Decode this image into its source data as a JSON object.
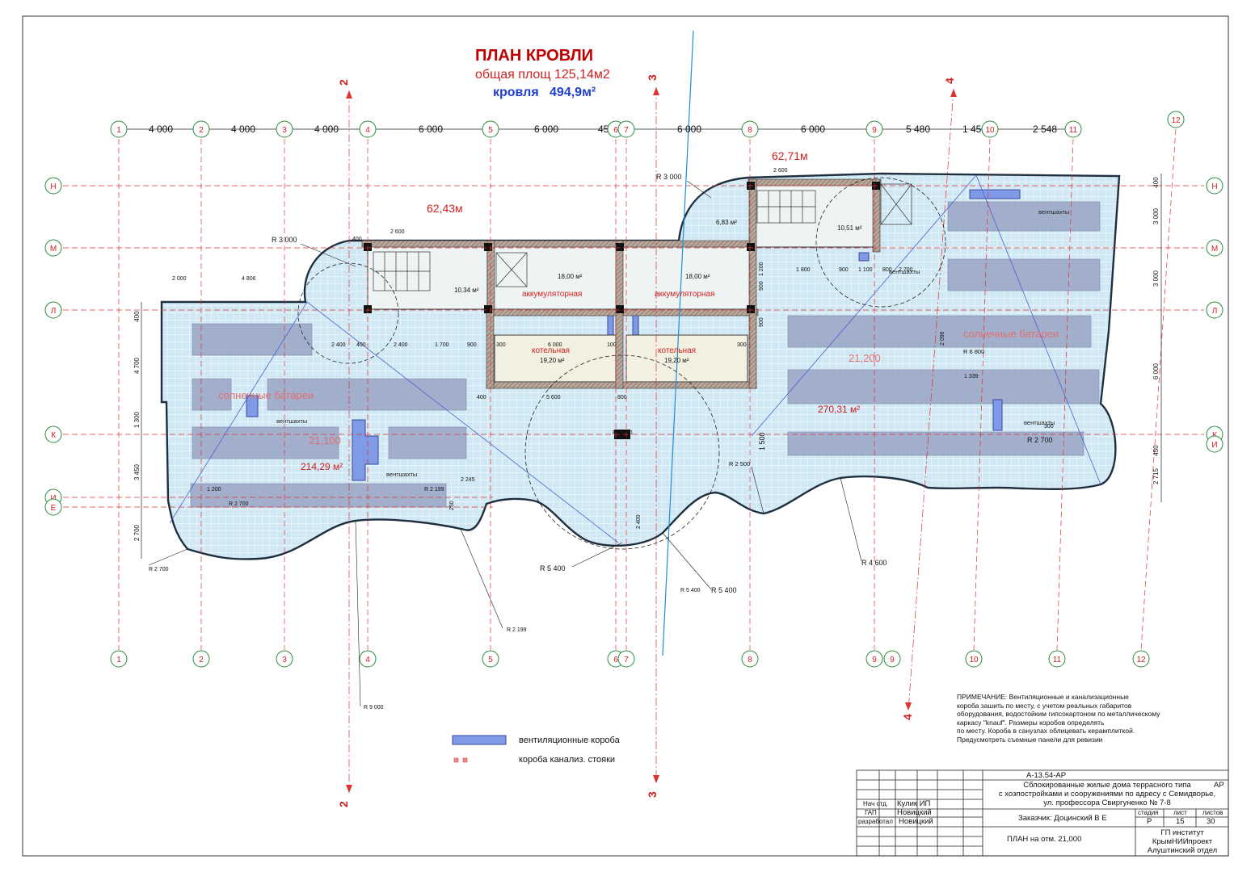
{
  "title": {
    "main": "ПЛАН КРОВЛИ",
    "area": "общая площ 125,14м2",
    "roof_label": "кровля",
    "roof_value": "494,9м²"
  },
  "colors": {
    "grid_red": "#e03030",
    "roof_fill": "#cfe8f3",
    "solar": "#9aa5c4",
    "vent": "#7f9ae6",
    "axis_blue": "#1e8fd6",
    "wall": "#8a6f5f",
    "title_red": "#c00000"
  },
  "axes_top": [
    "1",
    "2",
    "3",
    "4",
    "5",
    "6",
    "7",
    "8",
    "9",
    "10",
    "11",
    "12"
  ],
  "axes_bottom": [
    "1",
    "2",
    "3",
    "4",
    "5",
    "6",
    "7",
    "8",
    "9",
    "9",
    "10",
    "11",
    "12"
  ],
  "axes_left": [
    "Н",
    "М",
    "Л",
    "К",
    "И",
    "Е"
  ],
  "axes_right": [
    "Н",
    "М",
    "Л",
    "К",
    "И"
  ],
  "dims_top": [
    "4 000",
    "4 000",
    "4 000",
    "6 000",
    "6 000",
    "450",
    "6 000",
    "6 000",
    "5 480",
    "1 452",
    "2 548"
  ],
  "dims_right": [
    "400",
    "3 000",
    "3 000",
    "6 000",
    "450",
    "2 715"
  ],
  "dims_left": [
    "400",
    "4 700",
    "1 300",
    "3 450",
    "2 700"
  ],
  "section_marks": [
    "2",
    "2",
    "3",
    "3",
    "4",
    "4"
  ],
  "perimeters": [
    "62,43м",
    "62,71м"
  ],
  "rooms": {
    "stair_left_area": "10,34 м²",
    "stair_right_area": "10,51 м²",
    "accum_left_area": "18,00 м²",
    "accum_right_area": "18,00 м²",
    "accum_label": "аккумуляторная",
    "boiler_label": "котельная",
    "boiler_area": "19,20 м²",
    "small_area": "6,83 м²"
  },
  "roof": {
    "left_area": "214,29 м²",
    "right_area": "270,31 м²",
    "left_level": "21,100",
    "right_level": "21,200",
    "solar_label": "солнечные батареи",
    "vent_label": "вентшахты"
  },
  "radii": [
    "R 3 000",
    "R 3 000",
    "R 2 700",
    "R 2 700",
    "R 2 700",
    "R 5 400",
    "R 5 400",
    "R 5 400",
    "R 5 400",
    "R 2 199",
    "R 2 199",
    "R 9 000",
    "R 4 600",
    "R 2 500",
    "R 6 800"
  ],
  "small_dims": [
    "2 000",
    "4 806",
    "2 600",
    "2 600",
    "2 400",
    "400",
    "2 400",
    "1 700",
    "900",
    "300",
    "6 000",
    "100",
    "300",
    "400",
    "5 600",
    "800",
    "1 800",
    "900",
    "1 100",
    "800",
    "2 700",
    "1 200",
    "2 245",
    "250",
    "2 400",
    "1 500",
    "1 339",
    "300",
    "2 096",
    "1 200",
    "900",
    "900",
    "400"
  ],
  "legend": {
    "vent": "вентиляционные короба",
    "sewer": "короба канализ. стояки"
  },
  "note": "ПРИМЕЧАНИЕ: Вентиляционные и канализационные\n короба зашить по месту, с учетом реальных габаритов\nоборудования, водостойким гипсокартоном по металлическому\nкаркасу \"knauf\". Размеры коробов определять\n по месту. Короба в санузлах облицевать керамплиткой.\nПредусмотреть съемные панели для ревизии",
  "stamp": {
    "code": "А-13.54-АР",
    "project": "Сблокированные жилые дома террасного типа\nс хозпостройками и сооружениями по адресу с Семидворье,\nул. профессора Свиргуненко № 7-8",
    "section": "АР",
    "customer": "Заказчик: Доцинский В Е",
    "sheet_title": "ПЛАН на отм. 21,000",
    "stage_h": "стадия",
    "sheet_h": "лист",
    "sheets_h": "листов",
    "stage": "Р",
    "sheet": "15",
    "sheets": "30",
    "org": "ГП институт\nКрымНИИпроект\nАлуштинский отдел",
    "roles": [
      {
        "role": "Нач отд.",
        "name": "Кулик ИП"
      },
      {
        "role": "ГАП",
        "name": "Новицкий"
      },
      {
        "role": "разработал",
        "name": "Новицкий"
      }
    ]
  }
}
